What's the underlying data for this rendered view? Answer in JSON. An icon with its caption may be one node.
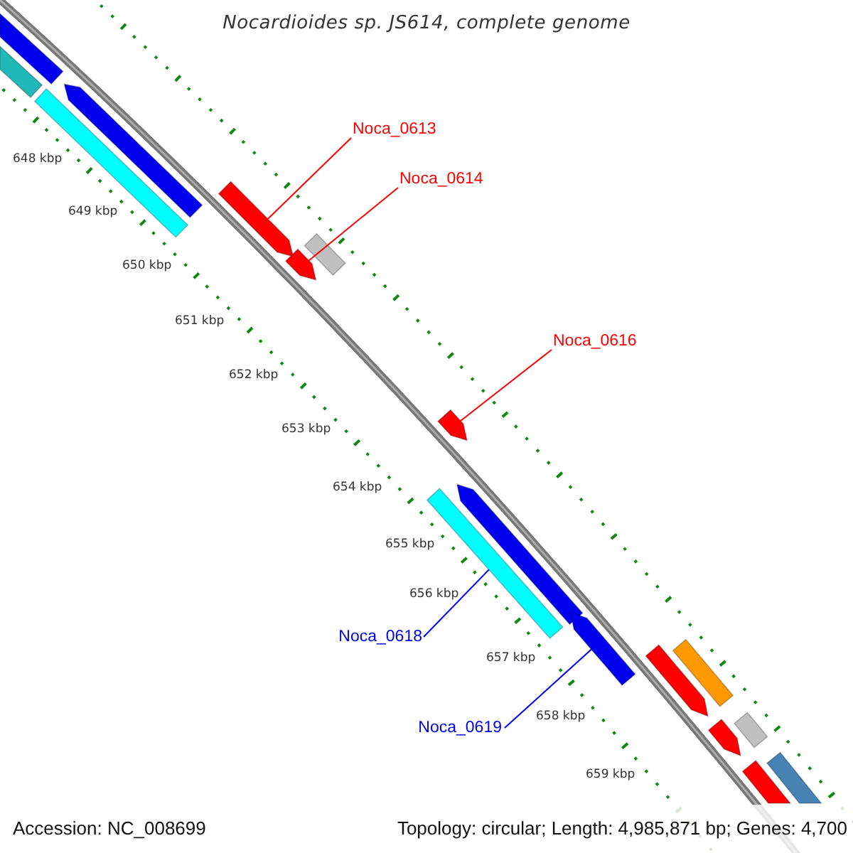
{
  "diagram": {
    "title": "Nocardioides sp. JS614, complete genome",
    "nodes": [
      {
        "text": [
          "Noca_0613"
        ]
      },
      {
        "text": [
          "Noca_0614"
        ]
      },
      {
        "text": [
          "Noca_0616"
        ]
      },
      {
        "text": [
          "Noca_0618"
        ]
      },
      {
        "text": [
          "Noca_0619"
        ]
      },
      {
        "text": [],
        "shape": "bar"
      },
      {
        "text": [],
        "shape": "bar"
      },
      {
        "text": [],
        "shape": "bar"
      },
      {
        "text": [],
        "shape": "arrow"
      },
      {
        "text": [],
        "shape": "arrow"
      },
      {
        "text": [],
        "shape": "arrow"
      },
      {
        "text": [],
        "shape": "bar"
      },
      {
        "text": [],
        "shape": "arrow"
      },
      {
        "text": [],
        "shape": "bar"
      },
      {
        "text": [],
        "shape": "arrow"
      },
      {
        "text": [],
        "shape": "arrow"
      },
      {
        "text": [],
        "shape": "arrow"
      },
      {
        "text": [],
        "shape": "bar"
      },
      {
        "text": [],
        "shape": "arrow"
      },
      {
        "text": [],
        "shape": "bar"
      },
      {
        "text": [],
        "shape": "arrow"
      },
      {
        "text": [],
        "shape": "bar"
      }
    ],
    "edges": [
      {
        "from": 0,
        "to": 9,
        "arrow": "none"
      },
      {
        "from": 1,
        "to": 10,
        "arrow": "none"
      },
      {
        "from": 2,
        "to": 12,
        "arrow": "none"
      },
      {
        "from": 3,
        "to": 13,
        "arrow": "none",
        "color": "#0000ff"
      },
      {
        "from": 4,
        "to": 15,
        "arrow": "none",
        "color": "#0000ff"
      }
    ],
    "labels": [
      "648 kbp",
      "649 kbp",
      "650 kbp",
      "651 kbp",
      "652 kbp",
      "653 kbp",
      "654 kbp",
      "655 kbp",
      "656 kbp",
      "657 kbp",
      "658 kbp",
      "659 kbp",
      "Accession: NC_008699",
      "Topology: circular; Length: 4,985,871 bp; Genes: 4,700"
    ]
  }
}
